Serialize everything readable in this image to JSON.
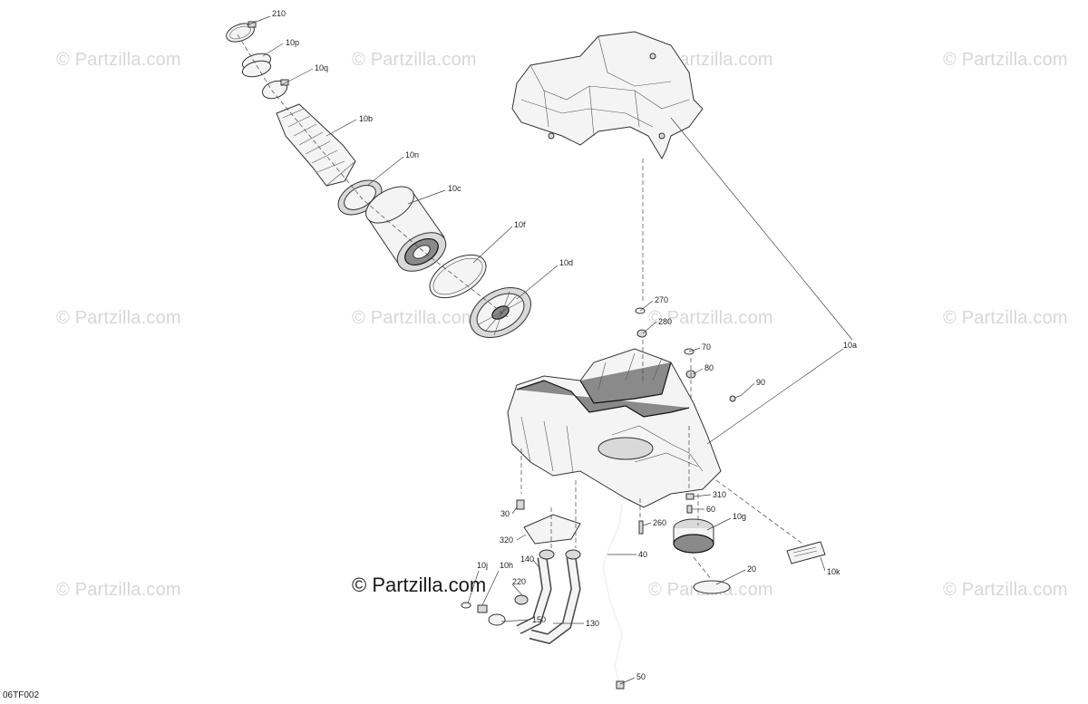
{
  "watermark": "© Partzilla.com",
  "brand": "© Partzilla.com",
  "figure_code": "06TF002",
  "callouts": {
    "c210": "210",
    "c10p": "10p",
    "c10q": "10q",
    "c10b": "10b",
    "c10n": "10n",
    "c10c": "10c",
    "c10f": "10f",
    "c10d": "10d",
    "c10a": "10a",
    "c270": "270",
    "c280": "280",
    "c70": "70",
    "c80": "80",
    "c90": "90",
    "c310": "310",
    "c60": "60",
    "c260": "260",
    "c10g": "10g",
    "c40": "40",
    "c20": "20",
    "c10k": "10k",
    "c30": "30",
    "c320": "320",
    "c140": "140",
    "c10j": "10j",
    "c10h": "10h",
    "c220": "220",
    "c150": "150",
    "c130": "130",
    "c50": "50"
  }
}
